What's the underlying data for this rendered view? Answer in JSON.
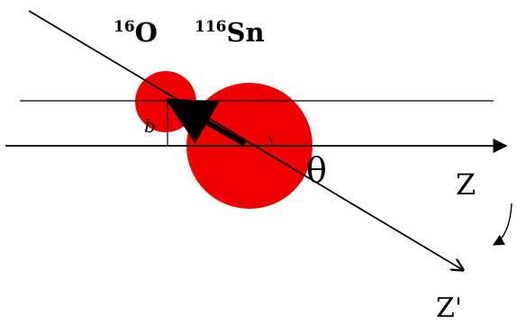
{
  "labels": {
    "projectile_mass": "16",
    "projectile_symbol": "O",
    "target_mass": "116",
    "target_symbol": "Sn",
    "impact_parameter": "b",
    "angle": "θ",
    "axis_z": "Z",
    "axis_z_rotated": "Z'"
  },
  "colors": {
    "nucleus_fill": "#ee0000",
    "line": "#000000",
    "background": "#ffffff"
  }
}
